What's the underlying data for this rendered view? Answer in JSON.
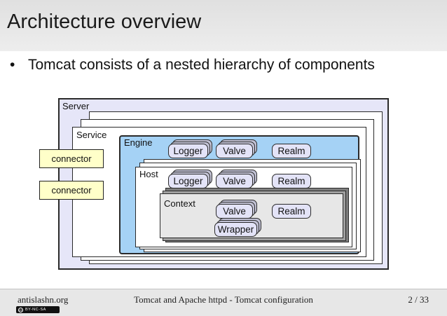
{
  "slide": {
    "title": "Architecture overview",
    "bullet_glyph": "•",
    "bullet": "Tomcat consists of a nested hierarchy of components"
  },
  "diagram": {
    "server_label": "Server",
    "service_label": "Service",
    "engine_label": "Engine",
    "host_label": "Host",
    "context_label": "Context",
    "connectors": [
      "connector",
      "connector"
    ],
    "engine_components": [
      "Logger",
      "Valve",
      "Realm"
    ],
    "host_components": [
      "Logger",
      "Valve",
      "Realm"
    ],
    "context_components": [
      "Valve",
      "Realm"
    ],
    "wrapper_label": "Wrapper",
    "colors": {
      "server_fill": "#e6e6f8",
      "engine_fill": "#a5d2f5",
      "context_fill": "#e7e7e7",
      "component_fill": "#e3e3f7",
      "connector_fill": "#ffffc9",
      "header_band": "#e5e5e5",
      "footer_band": "#e7e7e7"
    }
  },
  "footer": {
    "site": "antislashn.org",
    "center": "Tomcat and Apache httpd - Tomcat configuration",
    "page": "2 / 33",
    "cc_circle": "cc",
    "license": "BY-NC-SA"
  }
}
